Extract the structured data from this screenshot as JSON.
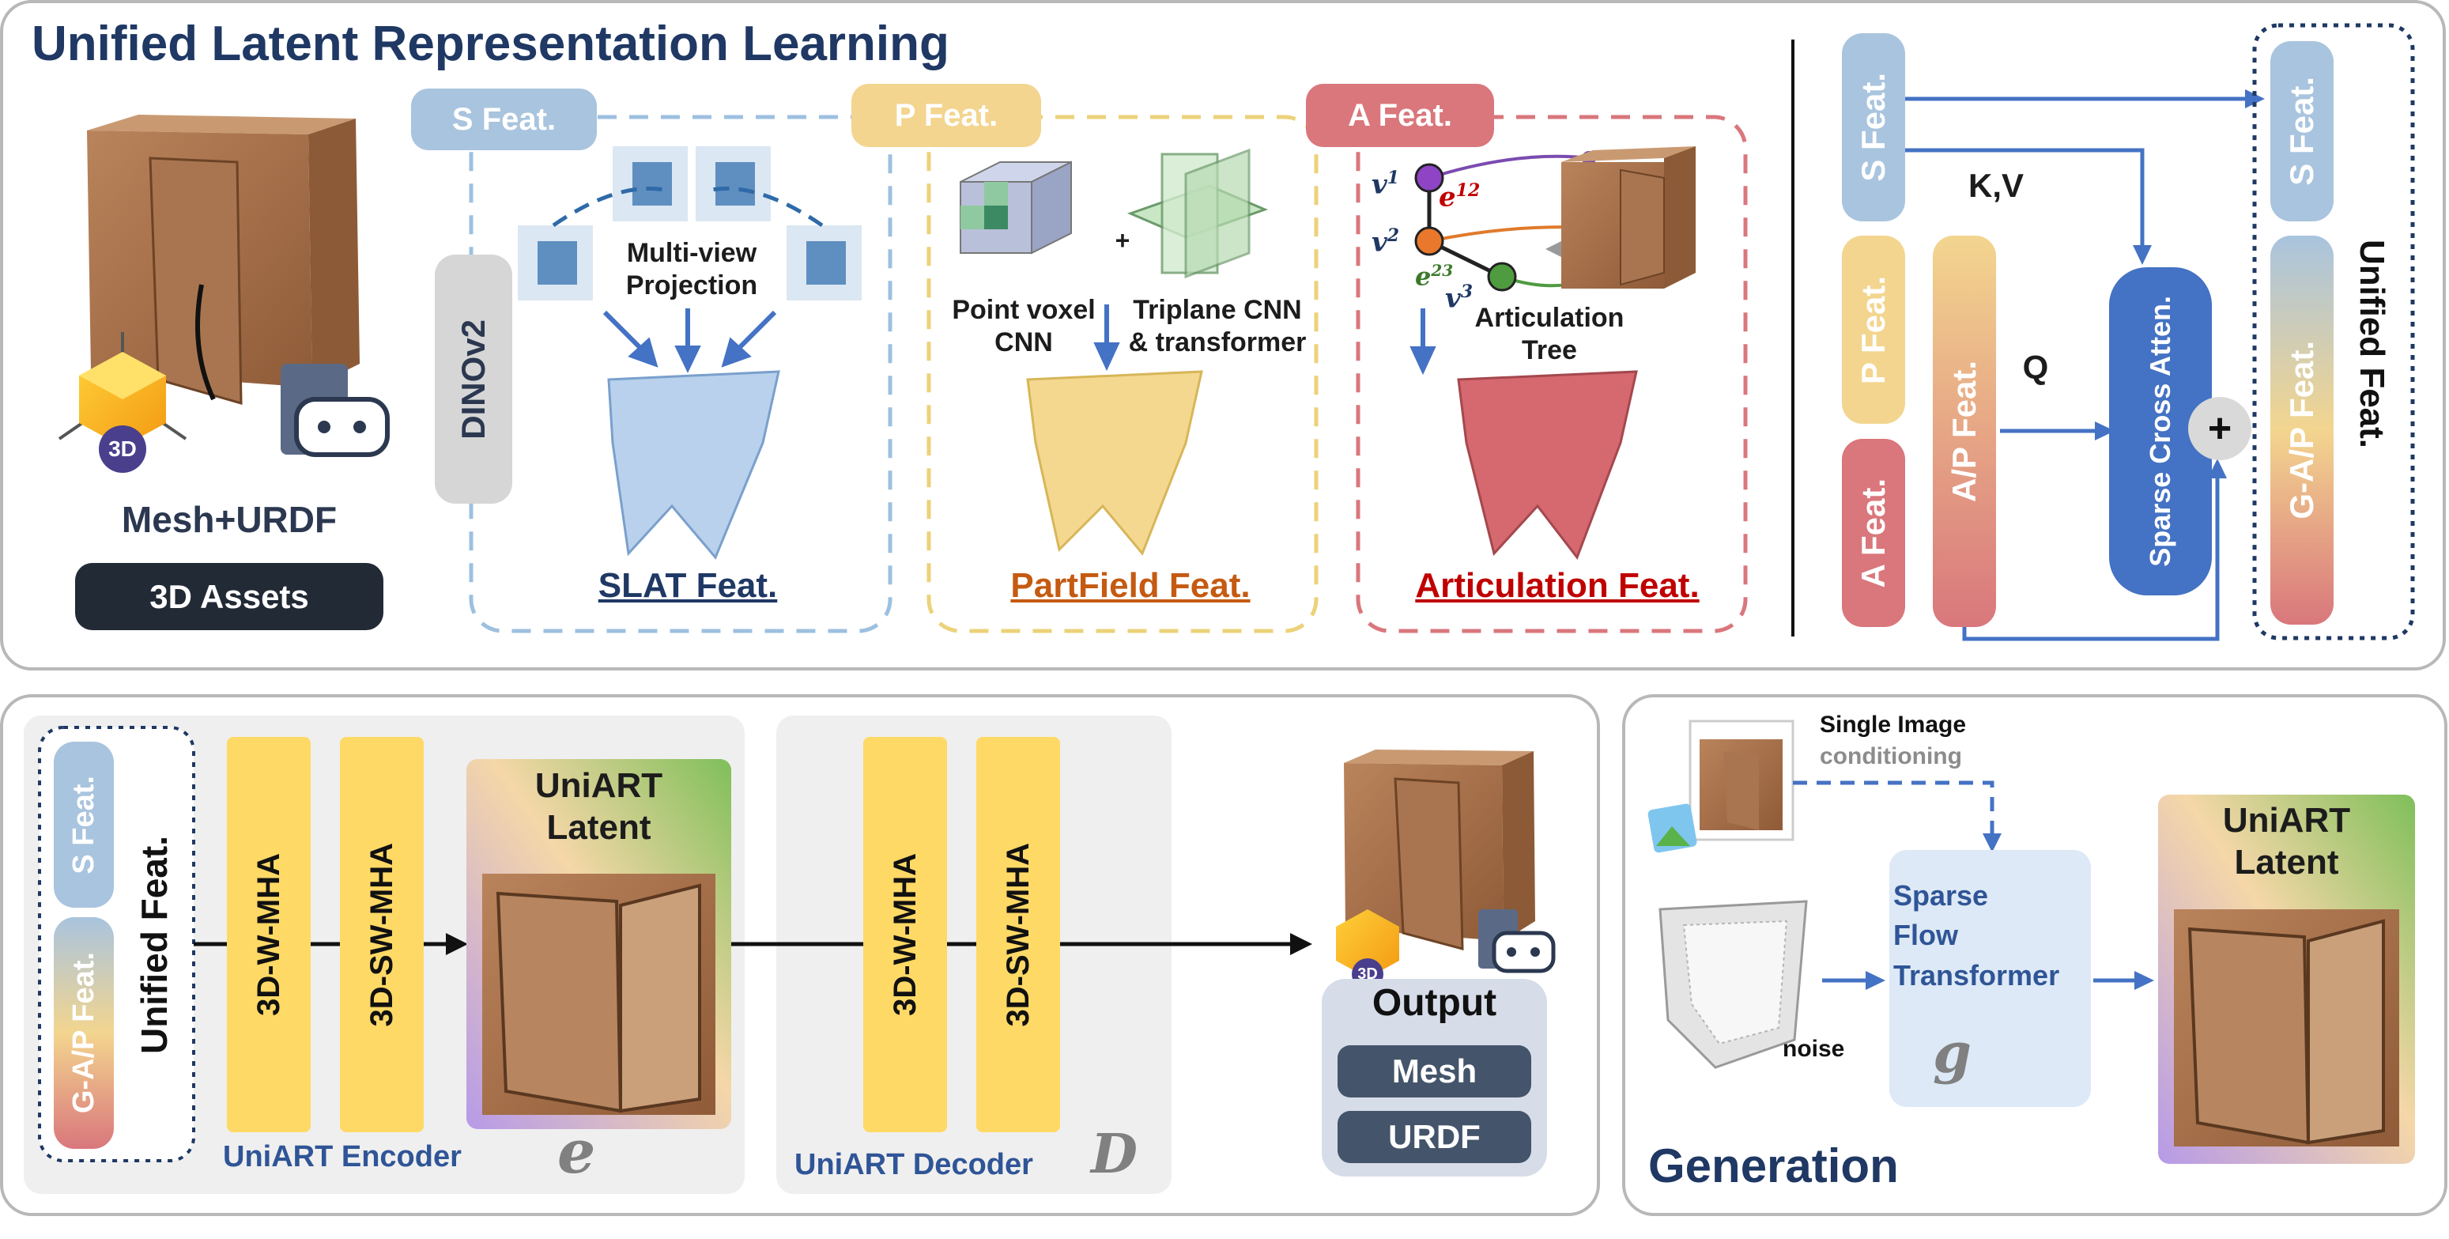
{
  "top": {
    "title": "Unified Latent Representation Learning",
    "asset_label": "Mesh+URDF",
    "asset_badge": "3D Assets",
    "cube_badge": "3D",
    "s_tag": "S Feat.",
    "p_tag": "P Feat.",
    "a_tag": "A Feat.",
    "dinov2": "DINOv2",
    "multiview_line1": "Multi-view",
    "multiview_line2": "Projection",
    "slat": "SLAT Feat.",
    "pointvoxel_line1": "Point voxel",
    "pointvoxel_line2": "CNN",
    "plus_small": "+",
    "triplane_line1": "Triplane CNN",
    "triplane_line2": "& transformer",
    "partfield": "PartField Feat.",
    "v1": "v",
    "v1_sup": "1",
    "v2": "v",
    "v2_sup": "2",
    "v3": "v",
    "v3_sup": "3",
    "e12": "e",
    "e12_sup": "12",
    "e23": "e",
    "e23_sup": "23",
    "tree_line1": "Articulation",
    "tree_line2": "Tree",
    "articulation": "Articulation Feat."
  },
  "fusion": {
    "s_feat": "S Feat.",
    "p_feat": "P Feat.",
    "a_feat": "A Feat.",
    "ap_feat": "A/P Feat.",
    "kv": "K,V",
    "q": "Q",
    "cross_atten": "Sparse Cross Atten.",
    "plus": "+",
    "out_s": "S Feat.",
    "out_gap": "G-A/P Feat.",
    "unified": "Unified Feat."
  },
  "encdec": {
    "s_feat": "S Feat.",
    "gap_feat": "G-A/P Feat.",
    "unified": "Unified Feat.",
    "enc_w": "3D-W-MHA",
    "enc_sw": "3D-SW-MHA",
    "latent_line1": "UniART",
    "latent_line2": "Latent",
    "encoder_label": "UniART Encoder",
    "encoder_sym": "e",
    "dec_w": "3D-W-MHA",
    "dec_sw": "3D-SW-MHA",
    "decoder_label": "UniART Decoder",
    "decoder_sym": "D",
    "output": "Output",
    "mesh": "Mesh",
    "urdf": "URDF",
    "cube_badge": "3D"
  },
  "generation": {
    "single_image": "Single Image",
    "conditioning": "conditioning",
    "noise": "noise",
    "sft_line1": "Sparse",
    "sft_line2": "Flow",
    "sft_line3": "Transformer",
    "sft_sym": "g",
    "latent_line1": "UniART",
    "latent_line2": "Latent",
    "title": "Generation"
  },
  "colors": {
    "title_navy": "#1f3864",
    "s_blue": "#a9c4de",
    "p_yellow": "#f3d58f",
    "a_red": "#d9777c",
    "arrow_blue": "#4472c4",
    "mha_yellow": "#ffd966",
    "cross_blue": "#4472c4",
    "dark_badge": "#222a35",
    "out_badge": "#44546a"
  }
}
